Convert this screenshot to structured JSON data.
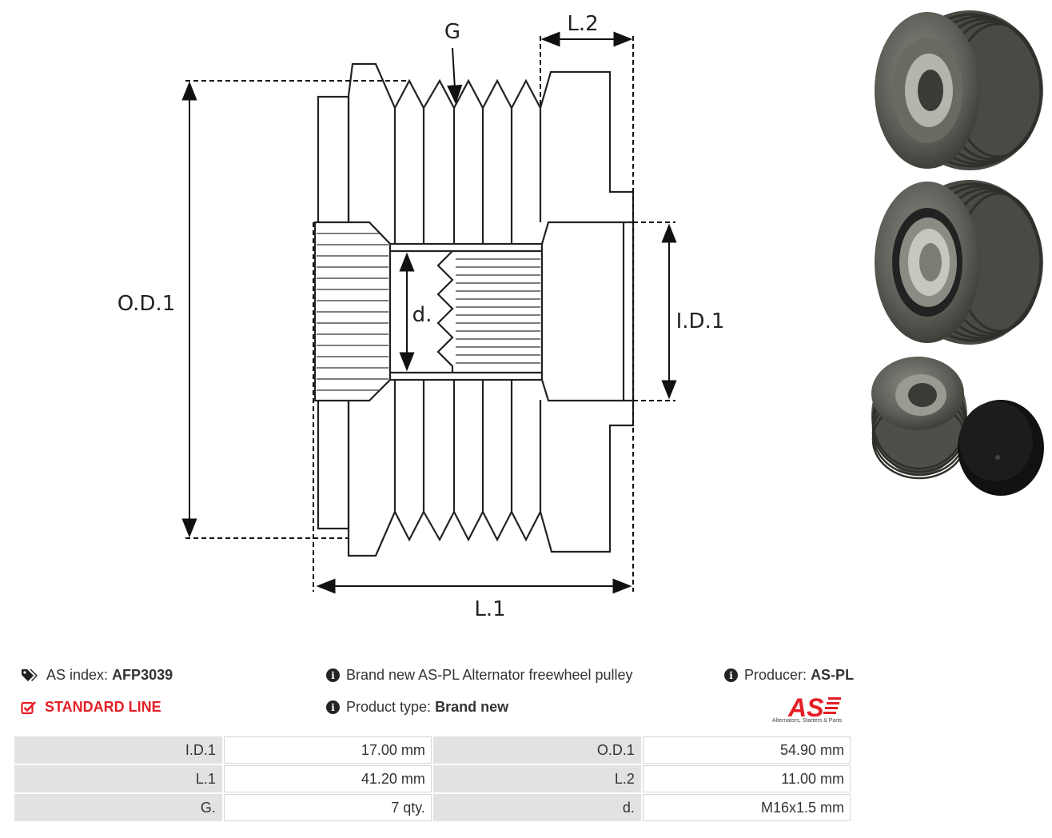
{
  "drawing": {
    "labels": {
      "g": "G",
      "l2": "L.2",
      "od1": "O.D.1",
      "id1": "I.D.1",
      "d": "d.",
      "l1": "L.1"
    }
  },
  "photos": [
    {
      "name": "pulley-photo-front"
    },
    {
      "name": "pulley-photo-back"
    },
    {
      "name": "pulley-photo-with-cap"
    }
  ],
  "info": {
    "as_index_label": "AS index:",
    "as_index_value": "AFP3039",
    "description": "Brand new AS-PL Alternator freewheel pulley",
    "producer_label": "Producer:",
    "producer_value": "AS-PL",
    "line": "STANDARD LINE",
    "product_type_label": "Product type:",
    "product_type_value": "Brand new"
  },
  "logo": {
    "text": "AS",
    "caption": "Alternators, Starters & Parts",
    "color": "#e41e25"
  },
  "specs": [
    [
      {
        "label": "I.D.1",
        "value": "17.00 mm"
      },
      {
        "label": "O.D.1",
        "value": "54.90 mm"
      }
    ],
    [
      {
        "label": "L.1",
        "value": "41.20 mm"
      },
      {
        "label": "L.2",
        "value": "11.00 mm"
      }
    ],
    [
      {
        "label": "G.",
        "value": "7 qty."
      },
      {
        "label": "d.",
        "value": "M16x1.5 mm"
      }
    ]
  ]
}
